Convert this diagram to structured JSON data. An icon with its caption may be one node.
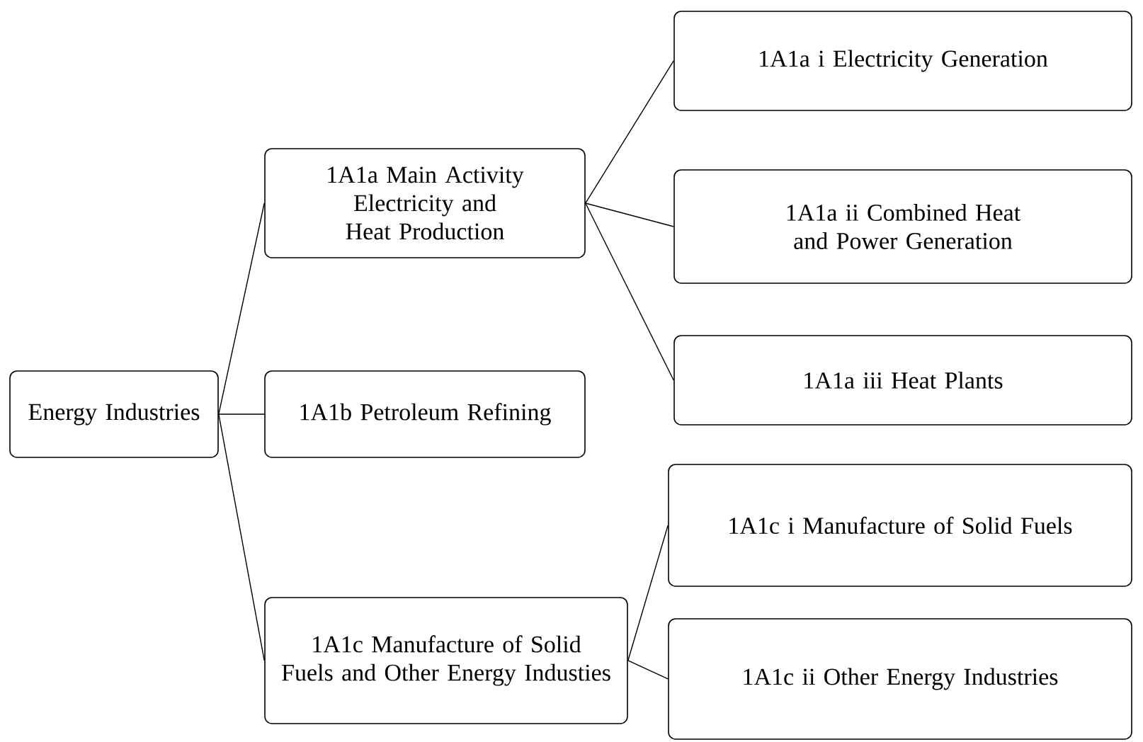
{
  "diagram": {
    "nodes": [
      {
        "text": [
          "Energy Industries"
        ]
      },
      {
        "text": [
          "1A1a Main Activity Electricity and Heat Production"
        ]
      },
      {
        "text": [
          "1A1b Petroleum Refining"
        ]
      },
      {
        "text": [
          "1A1c Manufacture of Solid Fuels and Other Energy Industies"
        ]
      },
      {
        "text": [
          "1A1a i Electricity Generation"
        ]
      },
      {
        "text": [
          "1A1a ii Combined Heat and Power Generation"
        ]
      },
      {
        "text": [
          "1A1a iii Heat Plants"
        ]
      },
      {
        "text": [
          "1A1c i Manufacture of Solid Fuels"
        ]
      },
      {
        "text": [
          "1A1c ii Other Energy Industries"
        ]
      }
    ],
    "edges": [
      {
        "from": 0,
        "to": 1,
        "arrow": "none"
      },
      {
        "from": 0,
        "to": 2,
        "arrow": "none"
      },
      {
        "from": 0,
        "to": 3,
        "arrow": "none"
      },
      {
        "from": 1,
        "to": 4,
        "arrow": "none"
      },
      {
        "from": 1,
        "to": 5,
        "arrow": "none"
      },
      {
        "from": 1,
        "to": 6,
        "arrow": "none"
      },
      {
        "from": 3,
        "to": 7,
        "arrow": "none"
      },
      {
        "from": 3,
        "to": 8,
        "arrow": "none"
      }
    ]
  }
}
